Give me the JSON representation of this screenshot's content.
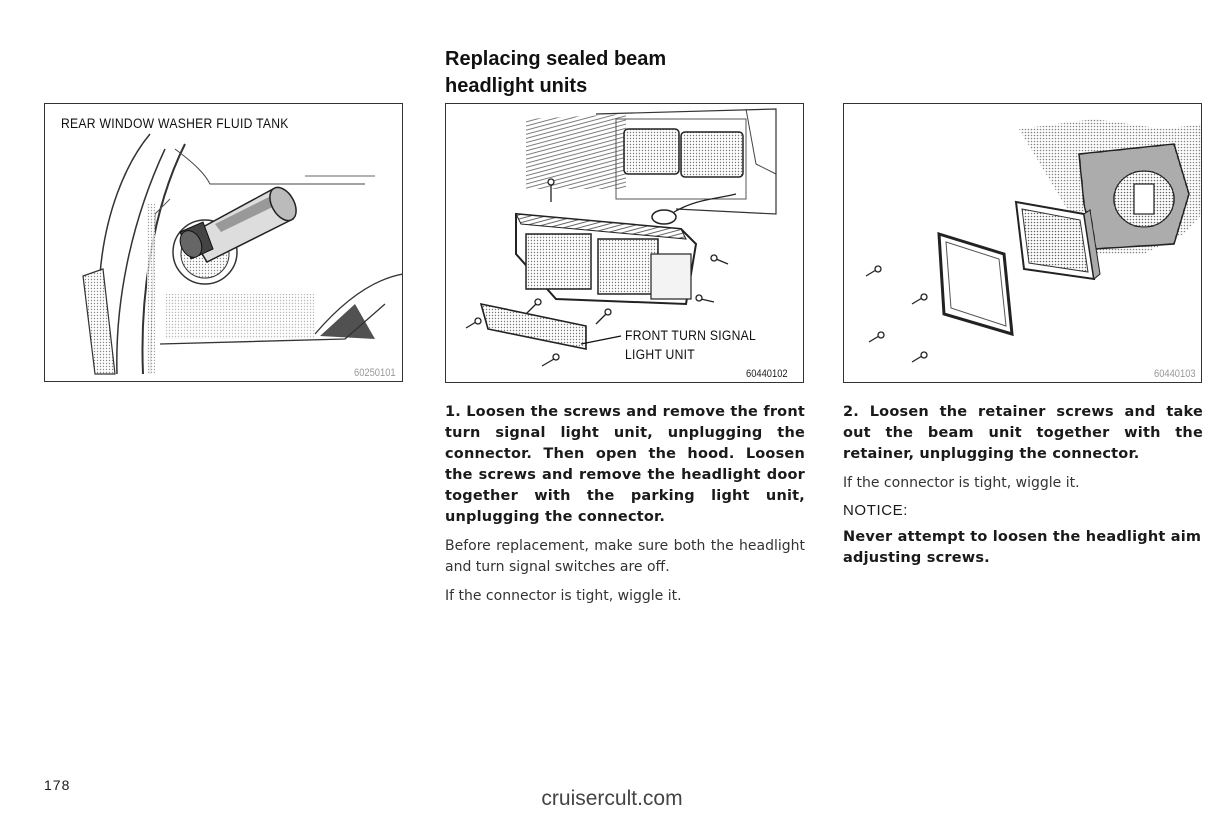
{
  "page": {
    "heading_line1": "Replacing sealed beam",
    "heading_line2": "headlight units",
    "page_number": "178",
    "footer": "cruisercult.com"
  },
  "figures": {
    "left": {
      "caption": "REAR WINDOW WASHER FLUID TANK",
      "code": "60250101"
    },
    "middle": {
      "label_line1": "FRONT TURN SIGNAL",
      "label_line2": "LIGHT UNIT",
      "code": "60440102"
    },
    "right": {
      "code": "60440103"
    }
  },
  "step1": {
    "bold": "1. Loosen the screws and remove the front turn signal light unit, unplugging the connector. Then open the hood. Loosen the screws and remove the headlight door together with the parking light unit, unplugging the connector.",
    "note1": "Before replacement, make sure both the headlight and turn signal switches are off.",
    "note2": "If the connector is tight, wiggle it."
  },
  "step2": {
    "bold": "2. Loosen the retainer screws and take out the beam unit together with the retainer, unplugging the connector.",
    "note": "If the connector is tight, wiggle it.",
    "notice_label": "NOTICE:",
    "notice_text": "Never attempt to loosen the headlight aim adjusting screws."
  }
}
